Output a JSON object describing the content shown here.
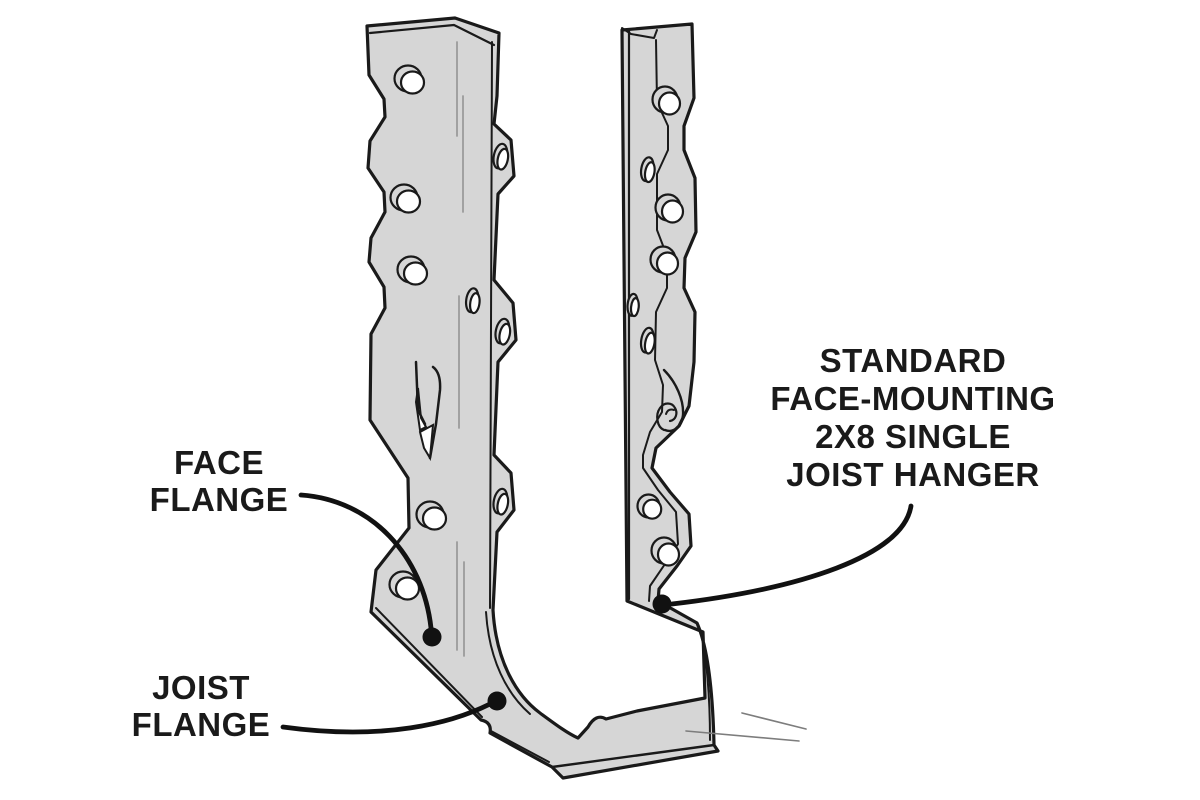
{
  "diagram": {
    "subject": "Standard face-mounting 2X8 single joist hanger",
    "colors": {
      "metal_fill": "#d6d6d6",
      "outline": "#1a1a1a",
      "label_text": "#1a1a1a",
      "leader_line": "#111111",
      "background": "#ffffff"
    },
    "labels": {
      "face_flange": {
        "line1": "FACE",
        "line2": "FLANGE"
      },
      "joist_flange": {
        "line1": "JOIST",
        "line2": "FLANGE"
      },
      "hanger_title": {
        "line1": "STANDARD",
        "line2": "FACE-MOUNTING",
        "line3": "2X8 SINGLE",
        "line4": "JOIST HANGER"
      }
    }
  }
}
